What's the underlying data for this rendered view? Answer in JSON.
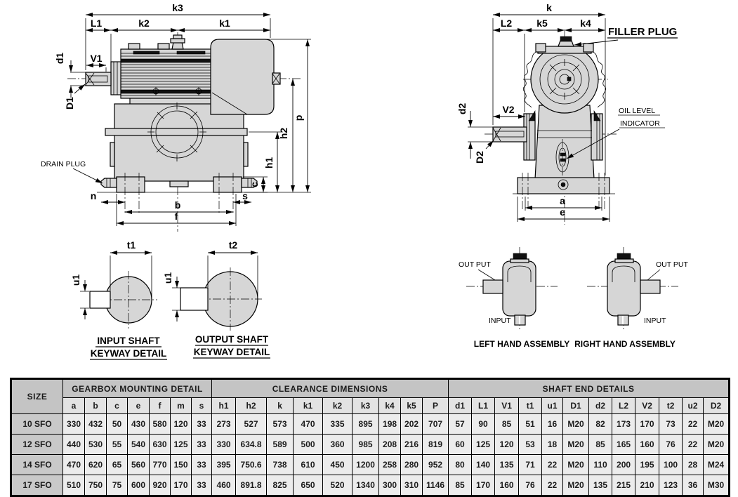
{
  "front_view": {
    "k3": "k3",
    "L1": "L1",
    "k2": "k2",
    "k1": "k1",
    "d1": "d1",
    "V1": "V1",
    "D1": "D1",
    "h2": "h2",
    "p": "p",
    "h1": "h1",
    "c": "c",
    "n": "n",
    "b": "b",
    "s": "s",
    "f": "f",
    "drain_plug": "DRAIN PLUG"
  },
  "end_view": {
    "k": "k",
    "L2": "L2",
    "k5": "k5",
    "k4": "k4",
    "d2": "d2",
    "V2": "V2",
    "D2": "D2",
    "a": "a",
    "e": "e",
    "filler_plug": "FILLER PLUG",
    "oil_level1": "OIL LEVEL",
    "oil_level2": "INDICATOR"
  },
  "keyways": {
    "input": {
      "t": "t1",
      "u": "u1",
      "line1": "INPUT SHAFT",
      "line2": "KEYWAY DETAIL"
    },
    "output": {
      "t": "t2",
      "u": "u1",
      "line1": "OUTPUT SHAFT",
      "line2": "KEYWAY DETAIL"
    }
  },
  "assemblies": {
    "left": {
      "out": "OUT PUT",
      "in": "INPUT",
      "caption": "LEFT HAND ASSEMBLY"
    },
    "right": {
      "out": "OUT PUT",
      "in": "INPUT",
      "caption": "RIGHT HAND ASSEMBLY"
    }
  },
  "table": {
    "size_header": "SIZE",
    "groups": [
      {
        "label": "GEARBOX MOUNTING DETAIL",
        "columns": [
          "a",
          "b",
          "c",
          "e",
          "f",
          "m",
          "s"
        ]
      },
      {
        "label": "CLEARANCE DIMENSIONS",
        "columns": [
          "h1",
          "h2",
          "k",
          "k1",
          "k2",
          "k3",
          "k4",
          "k5",
          "P"
        ]
      },
      {
        "label": "SHAFT END DETAILS",
        "columns": [
          "d1",
          "L1",
          "V1",
          "t1",
          "u1",
          "D1",
          "d2",
          "L2",
          "V2",
          "t2",
          "u2",
          "D2"
        ]
      }
    ],
    "rows": [
      {
        "size": "10 SFO",
        "values": [
          "330",
          "432",
          "50",
          "430",
          "580",
          "120",
          "33",
          "273",
          "527",
          "573",
          "470",
          "335",
          "895",
          "198",
          "202",
          "707",
          "57",
          "90",
          "85",
          "51",
          "16",
          "M20",
          "82",
          "173",
          "170",
          "73",
          "22",
          "M20"
        ]
      },
      {
        "size": "12 SFO",
        "values": [
          "440",
          "530",
          "55",
          "540",
          "630",
          "125",
          "33",
          "330",
          "634.8",
          "589",
          "500",
          "360",
          "985",
          "208",
          "216",
          "819",
          "60",
          "125",
          "120",
          "53",
          "18",
          "M20",
          "85",
          "165",
          "160",
          "76",
          "22",
          "M20"
        ]
      },
      {
        "size": "14 SFO",
        "values": [
          "470",
          "620",
          "65",
          "560",
          "770",
          "150",
          "33",
          "395",
          "750.6",
          "738",
          "610",
          "450",
          "1200",
          "258",
          "280",
          "952",
          "80",
          "140",
          "135",
          "71",
          "22",
          "M20",
          "110",
          "200",
          "195",
          "100",
          "28",
          "M24"
        ]
      },
      {
        "size": "17 SFO",
        "values": [
          "510",
          "750",
          "75",
          "600",
          "920",
          "170",
          "33",
          "460",
          "891.8",
          "825",
          "650",
          "520",
          "1340",
          "300",
          "310",
          "1146",
          "85",
          "170",
          "160",
          "76",
          "22",
          "M20",
          "135",
          "215",
          "210",
          "123",
          "36",
          "M30"
        ]
      }
    ]
  },
  "colors": {
    "drawing_fill": "#d6d6d6",
    "group_header_bg": "#c4c4c4",
    "subheader_bg": "#e3e3e3",
    "row_label_bg": "#c9c9c9",
    "cell_bg": "#ececec",
    "line": "#000000"
  }
}
